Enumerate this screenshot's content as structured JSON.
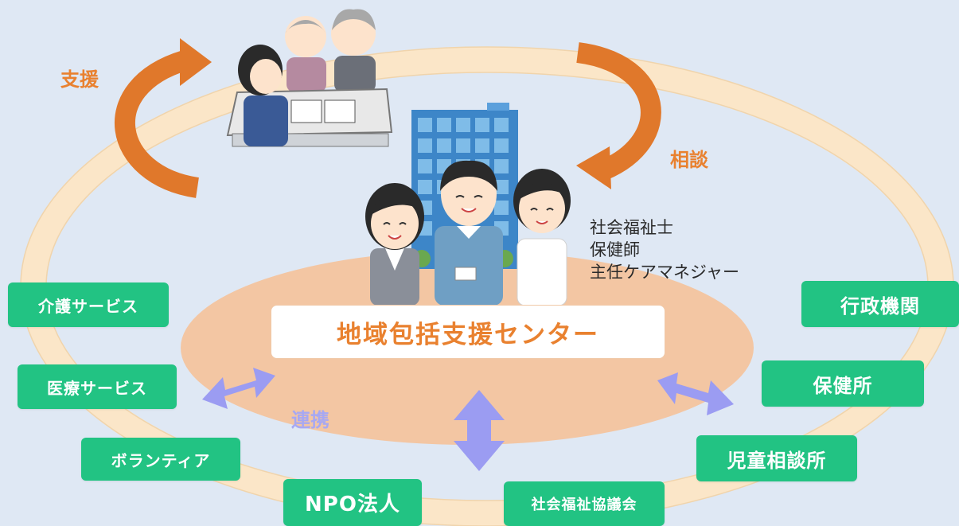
{
  "center": {
    "label": "地域包括支援センター"
  },
  "flows": {
    "support": "支援",
    "consult": "相談",
    "collab": "連携"
  },
  "staff_roles": [
    "社会福祉士",
    "保健師",
    "主任ケアマネジャー"
  ],
  "left_partners": [
    "介護サービス",
    "医療サービス",
    "ボランティア"
  ],
  "right_partners": [
    "行政機関",
    "保健所",
    "児童相談所"
  ],
  "bottom_partners": [
    "NPO法人",
    "社会福祉協議会"
  ],
  "colors": {
    "background": "#dfe8f4",
    "outer_ring": "#fbe6c8",
    "inner_ellipse": "#f3c6a3",
    "partner_box": "#22c383",
    "center_text": "#e9812f",
    "support_arrow": "#e0782b",
    "collab_arrow": "#9b9cf2"
  }
}
